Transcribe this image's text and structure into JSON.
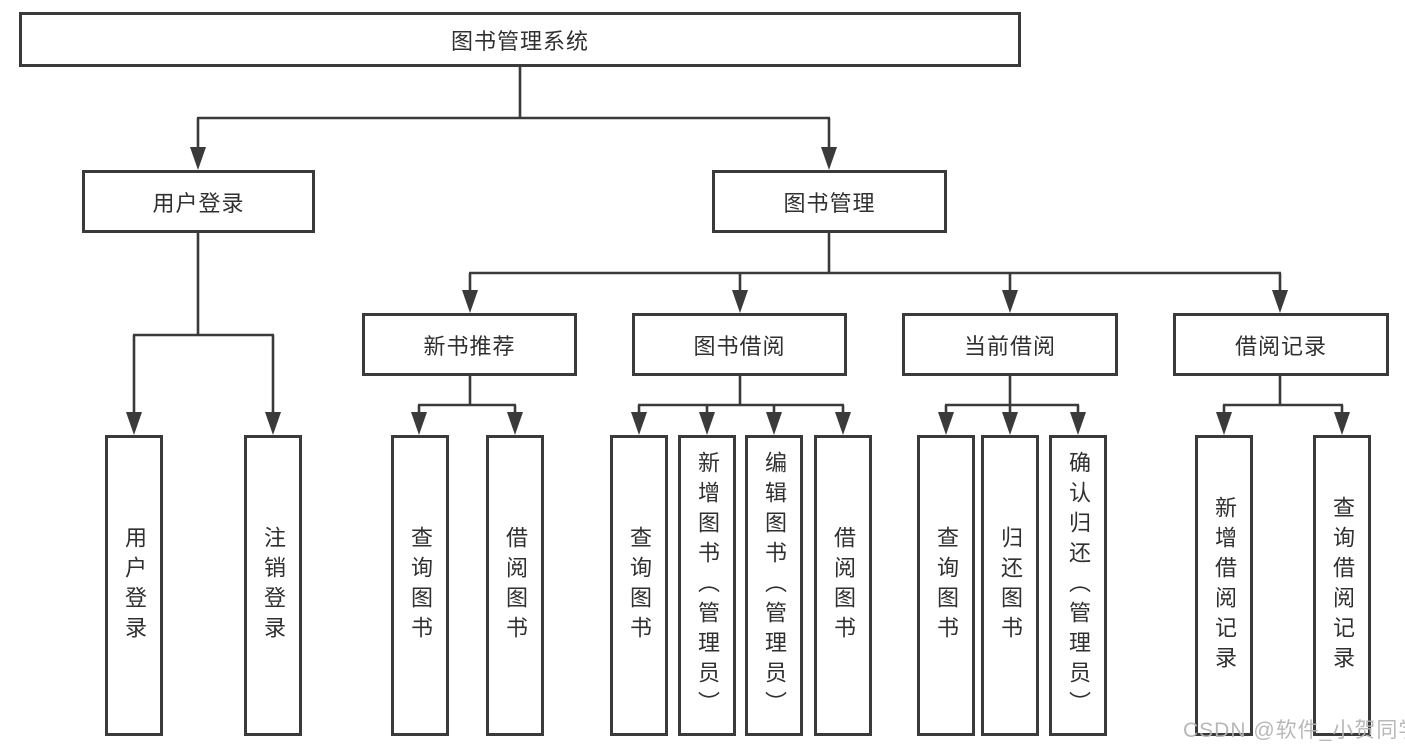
{
  "colors": {
    "line": "#3a3a3a",
    "text": "#303030",
    "background": "#ffffff",
    "watermark": "#b5b5b5"
  },
  "watermark": {
    "text": "CSDN @软件_小贺同学"
  },
  "chart_type": "hierarchy-diagram",
  "tree": {
    "label": "图书管理系统",
    "children": [
      {
        "label": "用户登录",
        "children": [
          {
            "label": "用户登录"
          },
          {
            "label": "注销登录"
          }
        ]
      },
      {
        "label": "图书管理",
        "children": [
          {
            "label": "新书推荐",
            "children": [
              {
                "label": "查询图书"
              },
              {
                "label": "借阅图书"
              }
            ]
          },
          {
            "label": "图书借阅",
            "children": [
              {
                "label": "查询图书"
              },
              {
                "label": "新增图书（管理员）"
              },
              {
                "label": "编辑图书（管理员）"
              },
              {
                "label": "借阅图书"
              }
            ]
          },
          {
            "label": "当前借阅",
            "children": [
              {
                "label": "查询图书"
              },
              {
                "label": "归还图书"
              },
              {
                "label": "确认归还（管理员）"
              }
            ]
          },
          {
            "label": "借阅记录",
            "children": [
              {
                "label": "新增借阅记录"
              },
              {
                "label": "查询借阅记录"
              }
            ]
          }
        ]
      }
    ]
  }
}
